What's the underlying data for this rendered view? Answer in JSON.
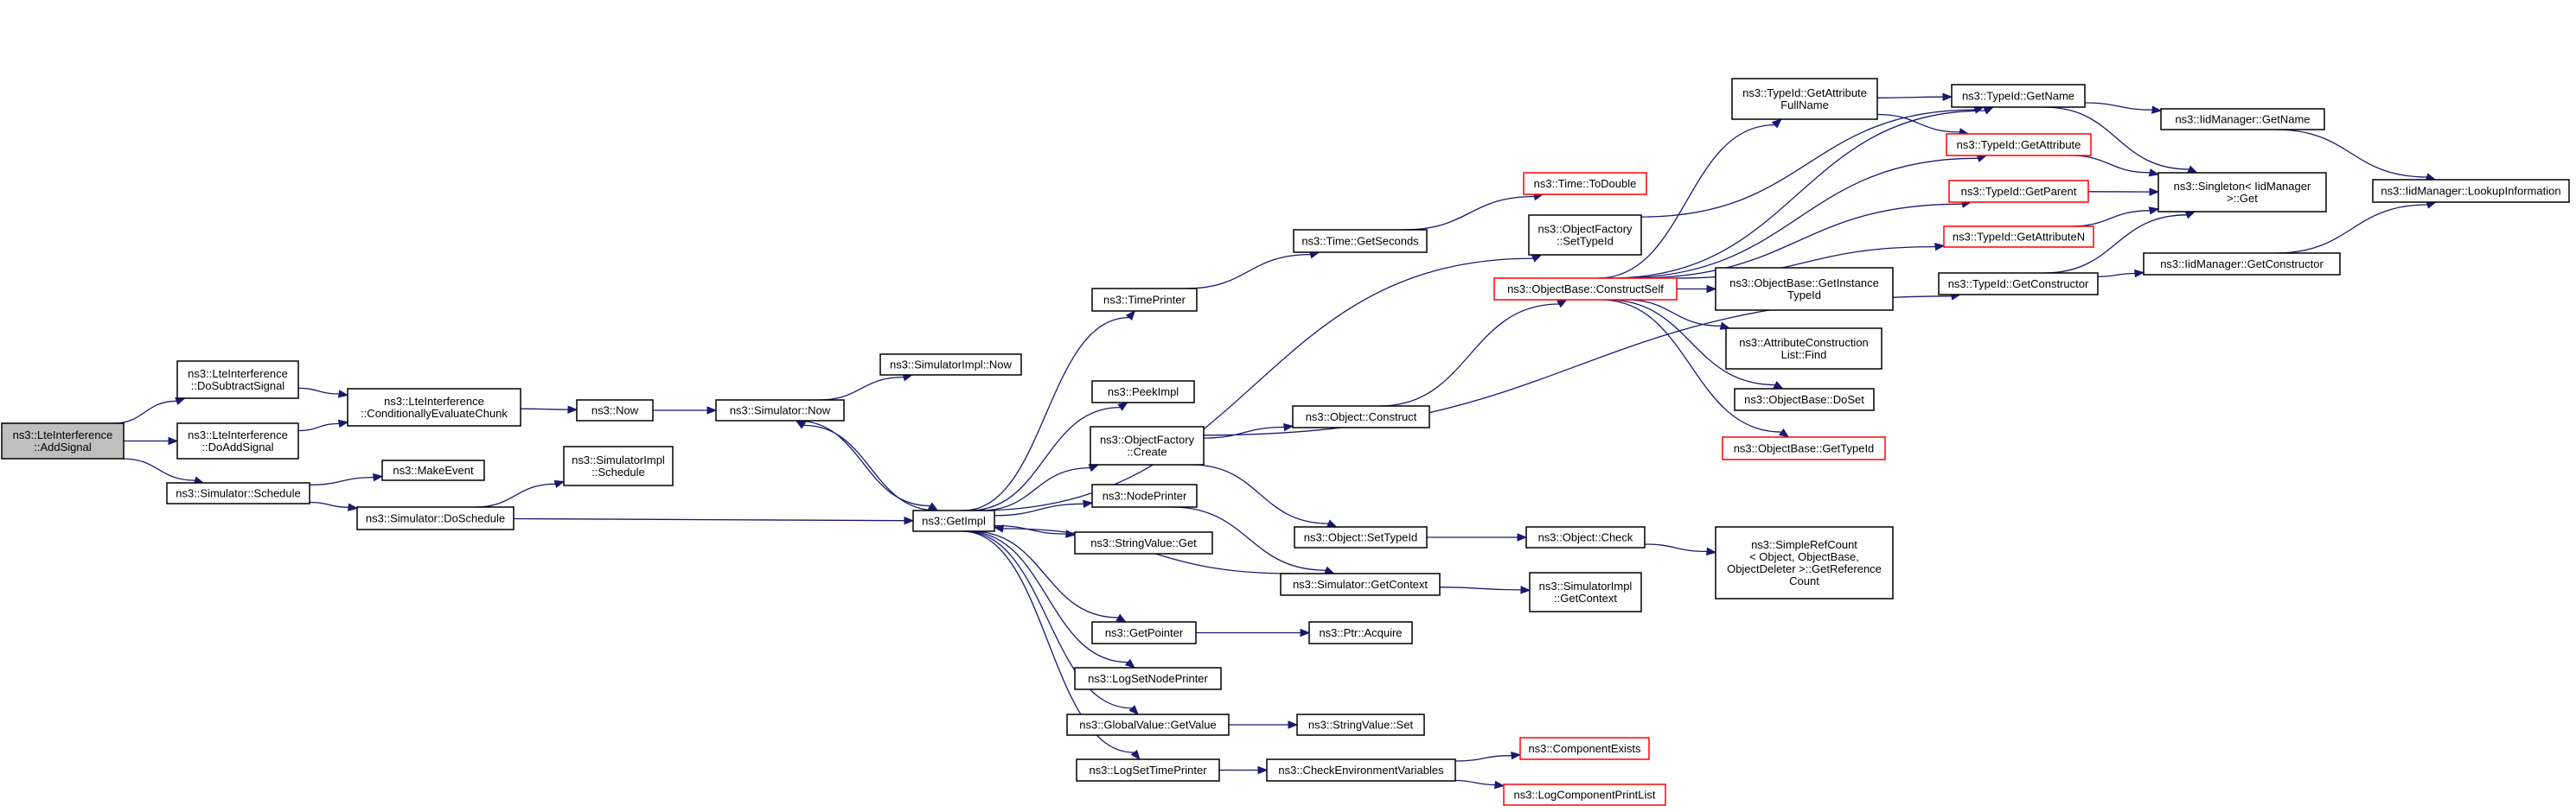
{
  "colors": {
    "edge": "#191970",
    "node_fill": "#ffffff",
    "node_border": "#000000",
    "root_fill": "#bfbfbf",
    "truncated_border": "#ff0000"
  },
  "nodes": {
    "addsignal": {
      "lines": [
        "ns3::LteInterference",
        "::AddSignal"
      ],
      "kind": "root"
    },
    "dosubtract": {
      "lines": [
        "ns3::LteInterference",
        "::DoSubtractSignal"
      ],
      "kind": "normal"
    },
    "doaddsignal": {
      "lines": [
        "ns3::LteInterference",
        "::DoAddSignal"
      ],
      "kind": "normal"
    },
    "schedule": {
      "lines": [
        "ns3::Simulator::Schedule"
      ],
      "kind": "normal"
    },
    "condeval": {
      "lines": [
        "ns3::LteInterference",
        "::ConditionallyEvaluateChunk"
      ],
      "kind": "normal"
    },
    "makeevent": {
      "lines": [
        "ns3::MakeEvent"
      ],
      "kind": "normal"
    },
    "doschedule": {
      "lines": [
        "ns3::Simulator::DoSchedule"
      ],
      "kind": "normal"
    },
    "now": {
      "lines": [
        "ns3::Now"
      ],
      "kind": "normal"
    },
    "simimplschedule": {
      "lines": [
        "ns3::SimulatorImpl",
        "::Schedule"
      ],
      "kind": "normal"
    },
    "simnow": {
      "lines": [
        "ns3::Simulator::Now"
      ],
      "kind": "normal"
    },
    "simimplnow": {
      "lines": [
        "ns3::SimulatorImpl::Now"
      ],
      "kind": "normal"
    },
    "getimpl": {
      "lines": [
        "ns3::GetImpl"
      ],
      "kind": "normal"
    },
    "timeprinter": {
      "lines": [
        "ns3::TimePrinter"
      ],
      "kind": "normal"
    },
    "peekimpl": {
      "lines": [
        "ns3::PeekImpl"
      ],
      "kind": "normal"
    },
    "objfactcreate": {
      "lines": [
        "ns3::ObjectFactory",
        "::Create"
      ],
      "kind": "normal"
    },
    "nodeprinter": {
      "lines": [
        "ns3::NodePrinter"
      ],
      "kind": "normal"
    },
    "stringvalueget": {
      "lines": [
        "ns3::StringValue::Get"
      ],
      "kind": "normal"
    },
    "getpointer": {
      "lines": [
        "ns3::GetPointer"
      ],
      "kind": "normal"
    },
    "logsetnode": {
      "lines": [
        "ns3::LogSetNodePrinter"
      ],
      "kind": "normal"
    },
    "globalvalue": {
      "lines": [
        "ns3::GlobalValue::GetValue"
      ],
      "kind": "normal"
    },
    "logsettime": {
      "lines": [
        "ns3::LogSetTimePrinter"
      ],
      "kind": "normal"
    },
    "getseconds": {
      "lines": [
        "ns3::Time::GetSeconds"
      ],
      "kind": "normal"
    },
    "todouble": {
      "lines": [
        "ns3::Time::ToDouble"
      ],
      "kind": "truncated"
    },
    "objfactsettypeid": {
      "lines": [
        "ns3::ObjectFactory",
        "::SetTypeId"
      ],
      "kind": "normal"
    },
    "objconstruct": {
      "lines": [
        "ns3::Object::Construct"
      ],
      "kind": "normal"
    },
    "objsettypeid": {
      "lines": [
        "ns3::Object::SetTypeId"
      ],
      "kind": "normal"
    },
    "simgetcontext": {
      "lines": [
        "ns3::Simulator::GetContext"
      ],
      "kind": "normal"
    },
    "ptracquire": {
      "lines": [
        "ns3::Ptr::Acquire"
      ],
      "kind": "normal"
    },
    "stringvalueset": {
      "lines": [
        "ns3::StringValue::Set"
      ],
      "kind": "normal"
    },
    "checkenv": {
      "lines": [
        "ns3::CheckEnvironmentVariables"
      ],
      "kind": "normal"
    },
    "constructself": {
      "lines": [
        "ns3::ObjectBase::ConstructSelf"
      ],
      "kind": "truncated"
    },
    "getinstancetypeid": {
      "lines": [
        "ns3::ObjectBase::GetInstance",
        "TypeId"
      ],
      "kind": "normal"
    },
    "attrconstrfind": {
      "lines": [
        "ns3::AttributeConstruction",
        "List::Find"
      ],
      "kind": "normal"
    },
    "doset": {
      "lines": [
        "ns3::ObjectBase::DoSet"
      ],
      "kind": "normal"
    },
    "objbasegettypeid": {
      "lines": [
        "ns3::ObjectBase::GetTypeId"
      ],
      "kind": "truncated"
    },
    "objcheck": {
      "lines": [
        "ns3::Object::Check"
      ],
      "kind": "normal"
    },
    "simplerefcount": {
      "lines": [
        "ns3::SimpleRefCount",
        "< Object, ObjectBase,",
        "ObjectDeleter >::GetReference",
        "Count"
      ],
      "kind": "normal"
    },
    "simimplgetcontext": {
      "lines": [
        "ns3::SimulatorImpl",
        "::GetContext"
      ],
      "kind": "normal"
    },
    "compexists": {
      "lines": [
        "ns3::ComponentExists"
      ],
      "kind": "truncated"
    },
    "logcompprint": {
      "lines": [
        "ns3::LogComponentPrintList"
      ],
      "kind": "truncated"
    },
    "getattrfullname": {
      "lines": [
        "ns3::TypeId::GetAttribute",
        "FullName"
      ],
      "kind": "normal"
    },
    "typeidgetname": {
      "lines": [
        "ns3::TypeId::GetName"
      ],
      "kind": "normal"
    },
    "typeidgetattribute": {
      "lines": [
        "ns3::TypeId::GetAttribute"
      ],
      "kind": "truncated"
    },
    "typeidgetparent": {
      "lines": [
        "ns3::TypeId::GetParent"
      ],
      "kind": "truncated"
    },
    "typeidgetattrn": {
      "lines": [
        "ns3::TypeId::GetAttributeN"
      ],
      "kind": "truncated"
    },
    "typeidgetconstructor": {
      "lines": [
        "ns3::TypeId::GetConstructor"
      ],
      "kind": "normal"
    },
    "iidgetname": {
      "lines": [
        "ns3::IidManager::GetName"
      ],
      "kind": "normal"
    },
    "singletonget": {
      "lines": [
        "ns3::Singleton< IidManager",
        " >::Get"
      ],
      "kind": "normal"
    },
    "iidgetconstructor": {
      "lines": [
        "ns3::IidManager::GetConstructor"
      ],
      "kind": "normal"
    },
    "iidlookup": {
      "lines": [
        "ns3::IidManager::LookupInformation"
      ],
      "kind": "normal"
    }
  },
  "edges": [
    [
      "addsignal",
      "dosubtract"
    ],
    [
      "addsignal",
      "doaddsignal"
    ],
    [
      "addsignal",
      "schedule"
    ],
    [
      "dosubtract",
      "condeval"
    ],
    [
      "doaddsignal",
      "condeval"
    ],
    [
      "condeval",
      "now"
    ],
    [
      "now",
      "simnow"
    ],
    [
      "simnow",
      "simimplnow"
    ],
    [
      "simnow",
      "getimpl"
    ],
    [
      "schedule",
      "makeevent"
    ],
    [
      "schedule",
      "doschedule"
    ],
    [
      "doschedule",
      "simimplschedule"
    ],
    [
      "doschedule",
      "getimpl"
    ],
    [
      "getimpl",
      "simnow"
    ],
    [
      "getimpl",
      "timeprinter"
    ],
    [
      "getimpl",
      "peekimpl"
    ],
    [
      "getimpl",
      "objfactcreate"
    ],
    [
      "getimpl",
      "nodeprinter"
    ],
    [
      "getimpl",
      "stringvalueget"
    ],
    [
      "getimpl",
      "getpointer"
    ],
    [
      "getimpl",
      "logsetnode"
    ],
    [
      "getimpl",
      "globalvalue"
    ],
    [
      "getimpl",
      "logsettime"
    ],
    [
      "getimpl",
      "objfactsettypeid"
    ],
    [
      "simgetcontext",
      "getimpl"
    ],
    [
      "timeprinter",
      "getseconds"
    ],
    [
      "getseconds",
      "todouble"
    ],
    [
      "objfactcreate",
      "objconstruct"
    ],
    [
      "objfactcreate",
      "objsettypeid"
    ],
    [
      "objfactcreate",
      "typeidgetconstructor"
    ],
    [
      "nodeprinter",
      "simgetcontext"
    ],
    [
      "getpointer",
      "ptracquire"
    ],
    [
      "globalvalue",
      "stringvalueset"
    ],
    [
      "logsettime",
      "checkenv"
    ],
    [
      "checkenv",
      "compexists"
    ],
    [
      "checkenv",
      "logcompprint"
    ],
    [
      "objfactsettypeid",
      "typeidgetname"
    ],
    [
      "objconstruct",
      "constructself"
    ],
    [
      "objsettypeid",
      "objcheck"
    ],
    [
      "objcheck",
      "simplerefcount"
    ],
    [
      "simgetcontext",
      "simimplgetcontext"
    ],
    [
      "constructself",
      "getattrfullname"
    ],
    [
      "constructself",
      "typeidgetname"
    ],
    [
      "constructself",
      "typeidgetattribute"
    ],
    [
      "constructself",
      "typeidgetparent"
    ],
    [
      "constructself",
      "typeidgetattrn"
    ],
    [
      "constructself",
      "getinstancetypeid"
    ],
    [
      "constructself",
      "attrconstrfind"
    ],
    [
      "constructself",
      "doset"
    ],
    [
      "constructself",
      "objbasegettypeid"
    ],
    [
      "getattrfullname",
      "typeidgetname"
    ],
    [
      "getattrfullname",
      "typeidgetattribute"
    ],
    [
      "typeidgetname",
      "iidgetname"
    ],
    [
      "typeidgetname",
      "singletonget"
    ],
    [
      "typeidgetattribute",
      "singletonget"
    ],
    [
      "typeidgetparent",
      "singletonget"
    ],
    [
      "typeidgetattrn",
      "singletonget"
    ],
    [
      "typeidgetconstructor",
      "singletonget"
    ],
    [
      "typeidgetconstructor",
      "iidgetconstructor"
    ],
    [
      "iidgetname",
      "iidlookup"
    ],
    [
      "iidgetconstructor",
      "iidlookup"
    ]
  ]
}
